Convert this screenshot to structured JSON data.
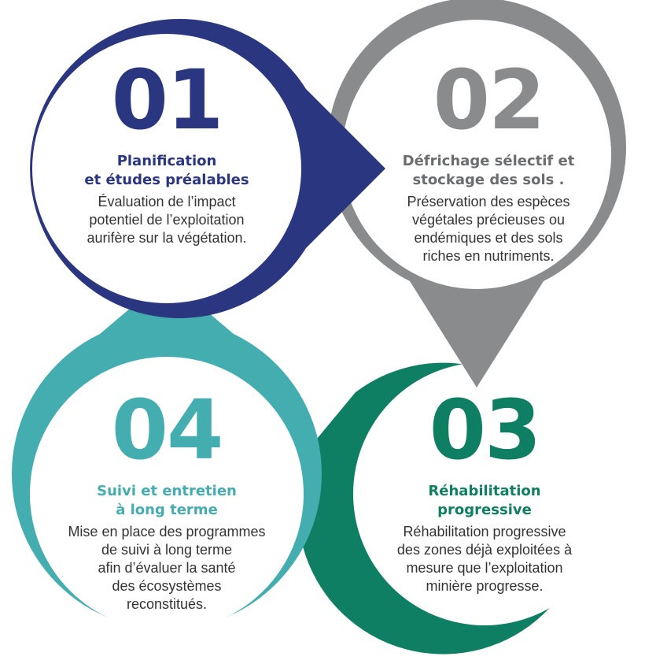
{
  "colors": {
    "step1": "#2b3680",
    "step2": "#8a8b8d",
    "step3": "#0f7f63",
    "step4": "#44adaf",
    "text": "#333333"
  },
  "steps": [
    {
      "number": "01",
      "title_lines": [
        "Planification",
        "et études préalables"
      ],
      "desc_lines": [
        "Évaluation de  l’impact",
        "potentiel de l’exploitation",
        "aurifère sur la végétation."
      ]
    },
    {
      "number": "02",
      "title_lines": [
        "Défrichage sélectif et",
        "stockage des sols ."
      ],
      "desc_lines": [
        "Préservation des espèces",
        "végétales précieuses ou",
        "endémiques et des sols",
        "riches en nutriments."
      ]
    },
    {
      "number": "03",
      "title_lines": [
        "Réhabilitation",
        "progressive"
      ],
      "desc_lines": [
        "Réhabilitation progressive",
        "des zones déjà exploitées à",
        "mesure que l’exploitation",
        "minière progresse."
      ]
    },
    {
      "number": "04",
      "title_lines": [
        "Suivi et entretien",
        "à long terme"
      ],
      "desc_lines": [
        "Mise en place des programmes",
        "de suivi à long terme",
        "afin d’évaluer la santé",
        "des écosystèmes",
        "reconstitués."
      ]
    }
  ]
}
